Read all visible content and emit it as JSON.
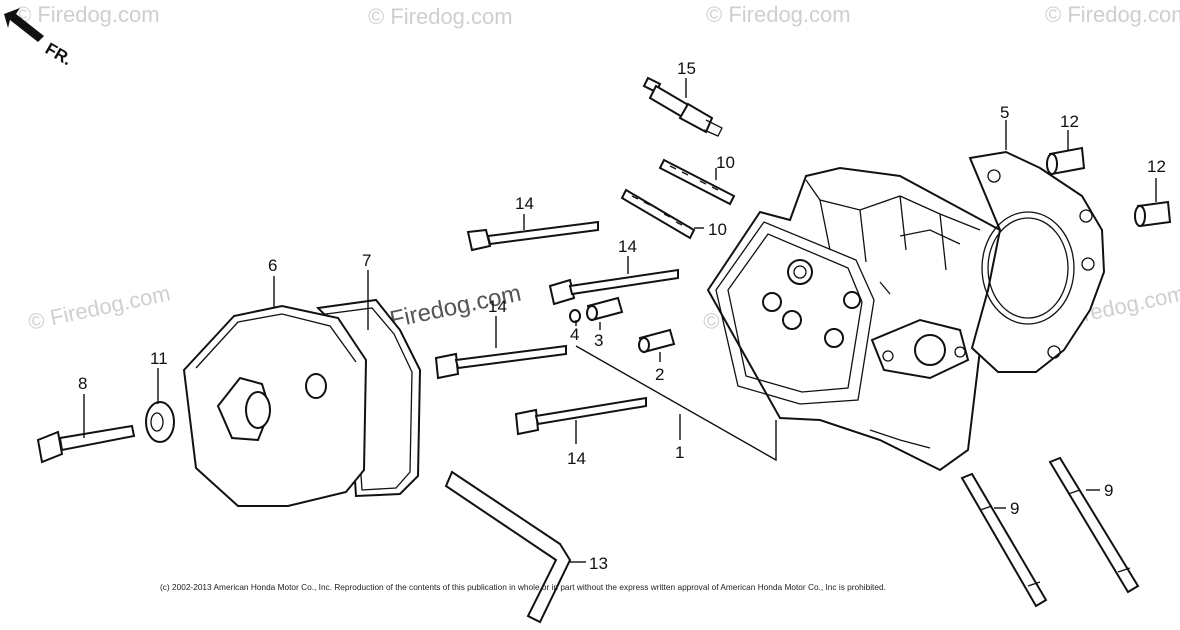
{
  "direction": {
    "label": "FR.",
    "icon": "front-direction-arrow-icon"
  },
  "watermarks": [
    "© Firedog.com",
    "© Firedog.com",
    "© Firedog.com",
    "© Firedog.com",
    "© Firedog.com",
    "© Firedog.com",
    "© Firedog.com"
  ],
  "center_watermark": "© Firedog.com",
  "callouts": {
    "c1": "1",
    "c2": "2",
    "c3": "3",
    "c4": "4",
    "c5": "5",
    "c6": "6",
    "c7": "7",
    "c8": "8",
    "c9a": "9",
    "c9b": "9",
    "c10a": "10",
    "c10b": "10",
    "c11": "11",
    "c12a": "12",
    "c12b": "12",
    "c13": "13",
    "c14a": "14",
    "c14b": "14",
    "c14c": "14",
    "c14d": "14",
    "c15": "15"
  },
  "copyright": "(c) 2002-2013 American Honda Motor Co., Inc. Reproduction of the contents of this publication in whole or in part without the express written approval of American Honda Motor Co., Inc is prohibited."
}
